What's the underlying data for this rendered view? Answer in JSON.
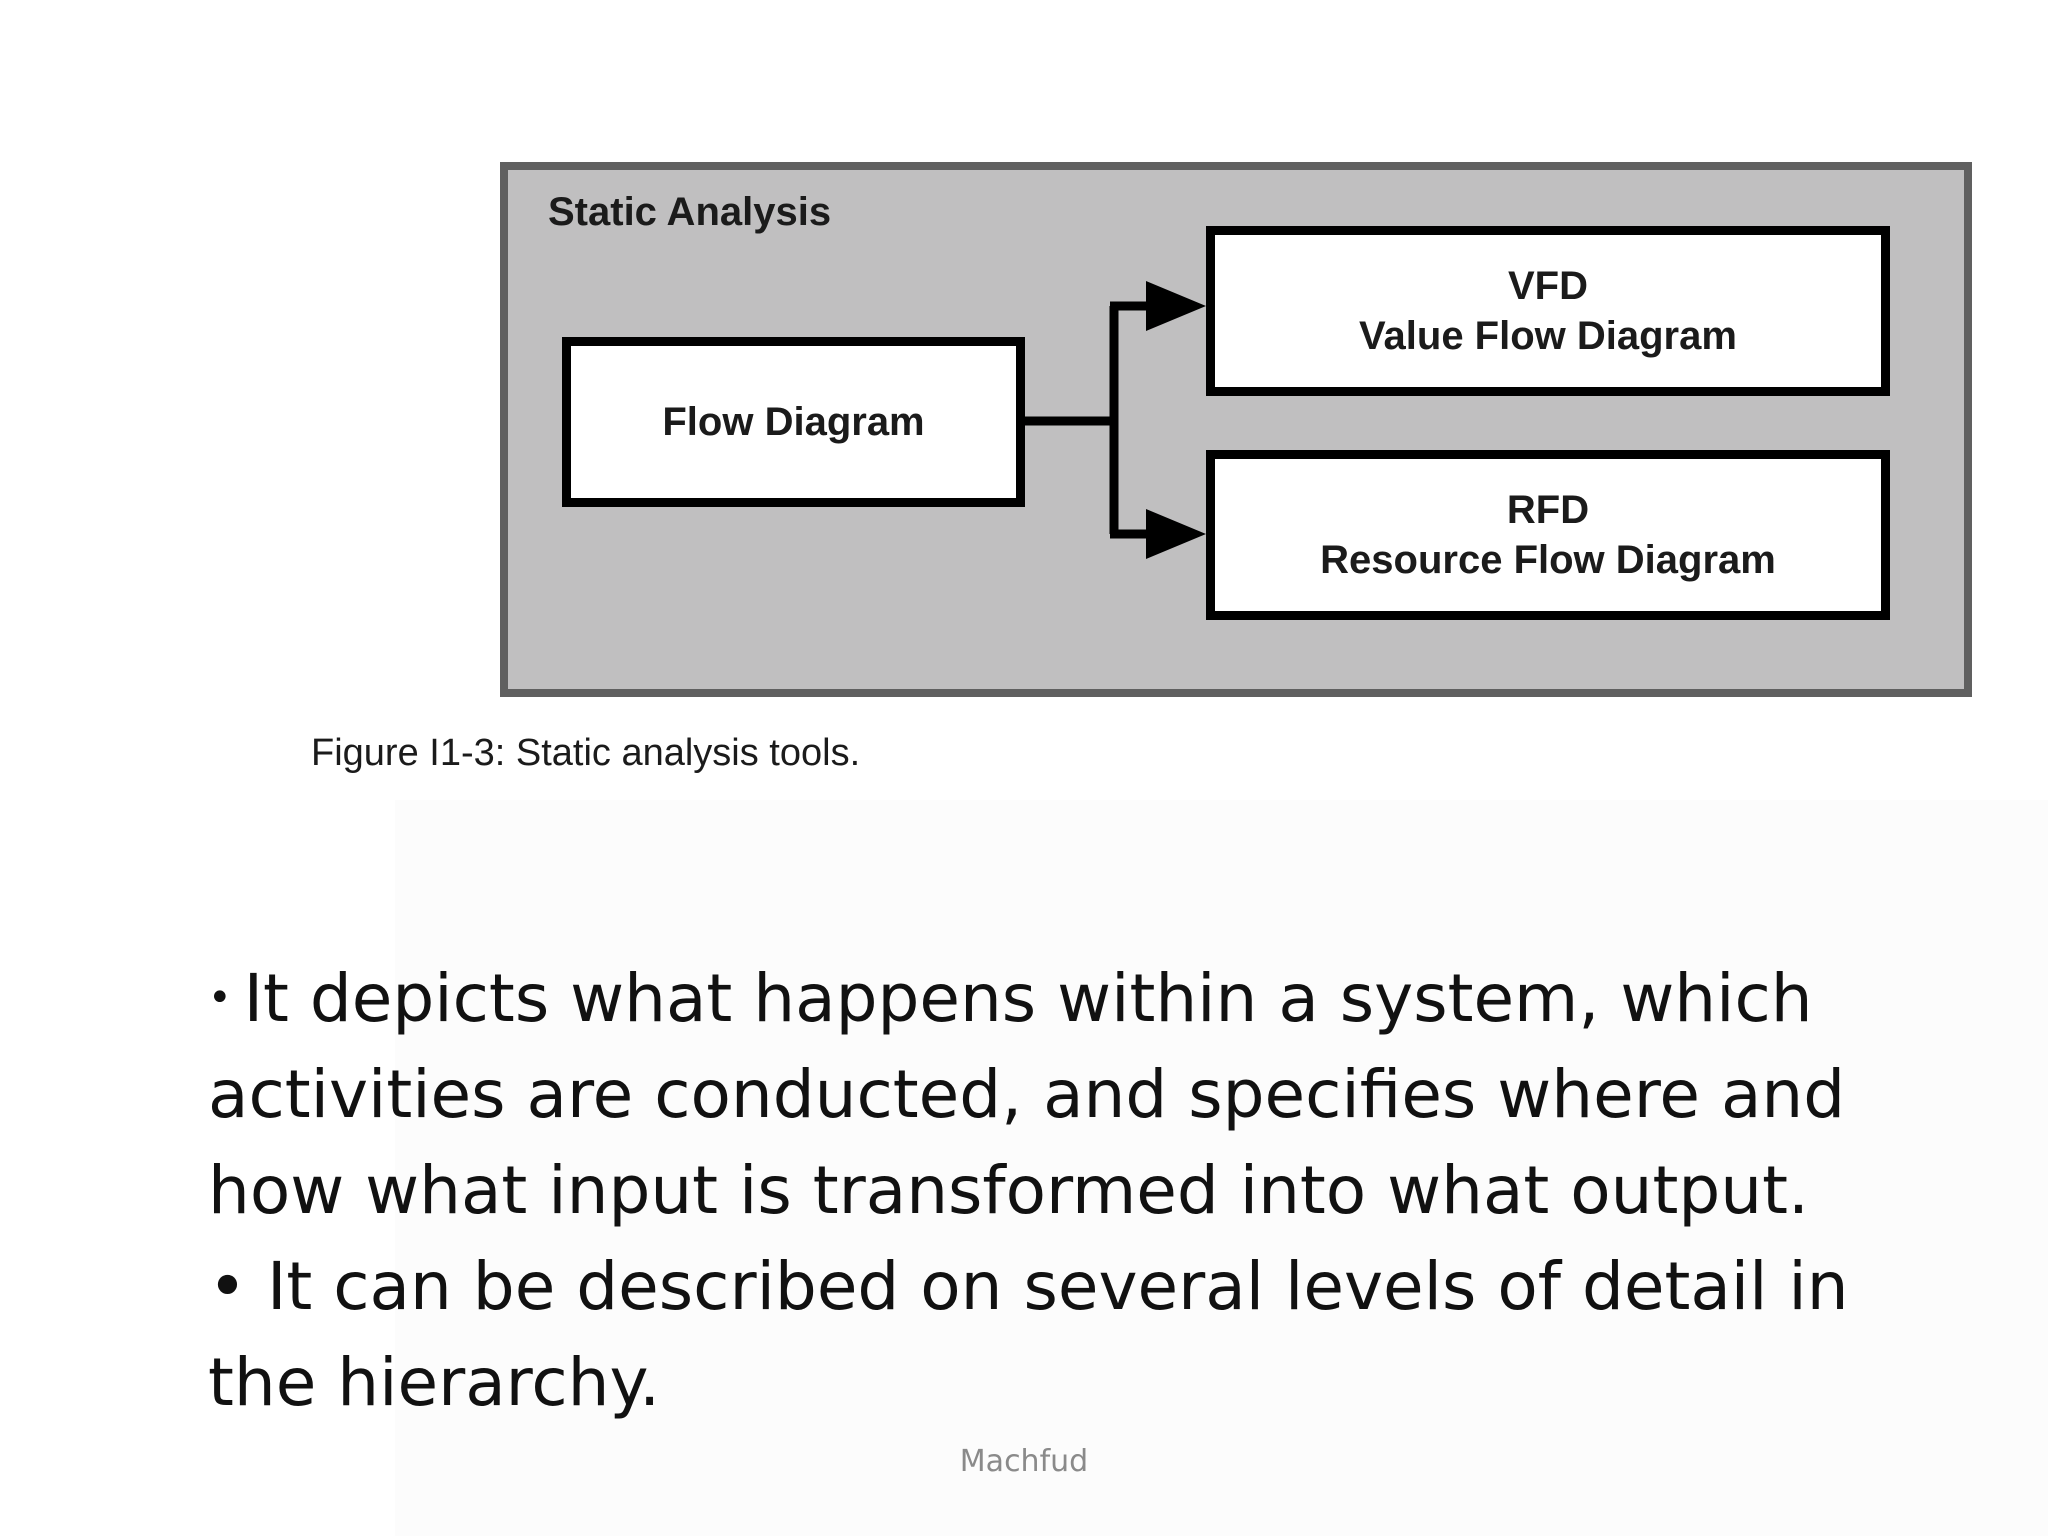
{
  "figure": {
    "frame_title": "Static Analysis",
    "flow_box": "Flow Diagram",
    "vfd_box": {
      "abbr": "VFD",
      "full": "Value Flow Diagram"
    },
    "rfd_box": {
      "abbr": "RFD",
      "full": "Resource Flow Diagram"
    },
    "caption": "Figure I1-3: Static analysis tools."
  },
  "bullets": [
    {
      "marker": "•",
      "text": "It depicts what happens within a system, which activities are conducted, and specifies where and how what input is transformed into what output."
    },
    {
      "marker": "•",
      "text": "It can be described on several levels of detail in the hierarchy."
    }
  ],
  "footer": "Machfud",
  "colors": {
    "frame_fill": "#c0bfc0",
    "frame_border": "#606060",
    "box_border": "#000000",
    "text": "#111111",
    "footer_text": "#8a8a8a"
  }
}
